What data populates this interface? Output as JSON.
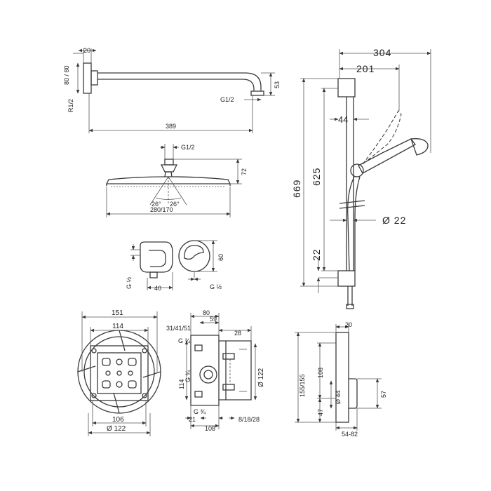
{
  "arm": {
    "d20": "20",
    "d80": "80 / 80",
    "r12": "R1/2",
    "d53": "53",
    "g12": "G1/2",
    "d389": "389"
  },
  "head": {
    "g12": "G1/2",
    "d72": "72",
    "a1": "26°",
    "a2": "26°",
    "d280": "280/170"
  },
  "outlet": {
    "d60": "60",
    "d40": "40",
    "g_left": "G ½",
    "g_right": "G ½"
  },
  "rail": {
    "d304": "304",
    "d201": "201",
    "d44": "44",
    "d669": "669",
    "d625": "625",
    "d22": "22",
    "dia22": "Ø 22"
  },
  "box": {
    "d151": "151",
    "d114": "114",
    "d106": "106",
    "dia122": "Ø 122"
  },
  "valve": {
    "d80": "80",
    "d59": "59",
    "d31": "31/41/51",
    "d28": "28",
    "g34a": "G ¾",
    "g34b": "G ¾",
    "d114": "114",
    "dia122": "Ø 122",
    "g34c": "G ¾",
    "d21": "21",
    "d108": "108",
    "d8": "8/18/28"
  },
  "trim": {
    "d20": "20",
    "d155": "155/155",
    "d108": "108",
    "dia44": "Ø 44",
    "d47": "47",
    "d57": "57",
    "d54": "54-82"
  }
}
